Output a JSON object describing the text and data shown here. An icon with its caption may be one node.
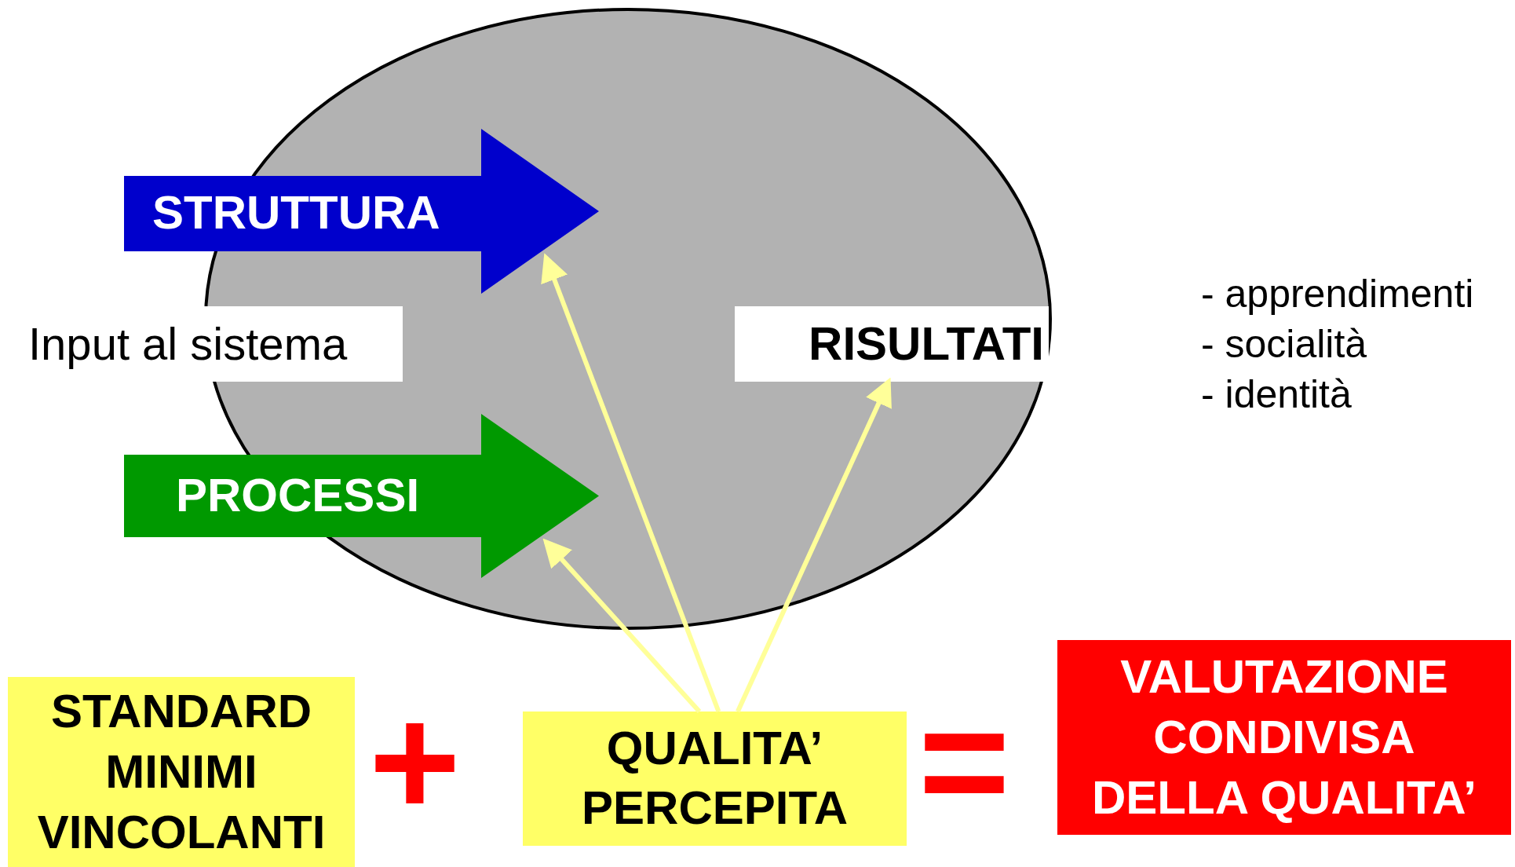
{
  "diagram": {
    "nodes": [
      {
        "text": [
          "STRUTTURA"
        ]
      },
      {
        "text": [
          "Input al sistema"
        ]
      },
      {
        "text": [
          "RISULTATI"
        ],
        "beside": [
          "- apprendimenti",
          "- socialità",
          "- identità"
        ]
      },
      {
        "text": [
          "PROCESSI"
        ]
      },
      {
        "text": [
          "STANDARD MINIMI VINCOLANTI"
        ]
      },
      {
        "text": [
          "QUALITA’ PERCEPITA"
        ]
      },
      {
        "text": [
          "VALUTAZIONE CONDIVISA DELLA QUALITA’"
        ]
      }
    ],
    "edges": [
      {
        "from": 5,
        "to": 3,
        "arrow": "to"
      },
      {
        "from": 5,
        "to": 0,
        "arrow": "to"
      },
      {
        "from": 5,
        "to": 2,
        "arrow": "to"
      }
    ],
    "labels": [
      "+",
      "="
    ]
  }
}
